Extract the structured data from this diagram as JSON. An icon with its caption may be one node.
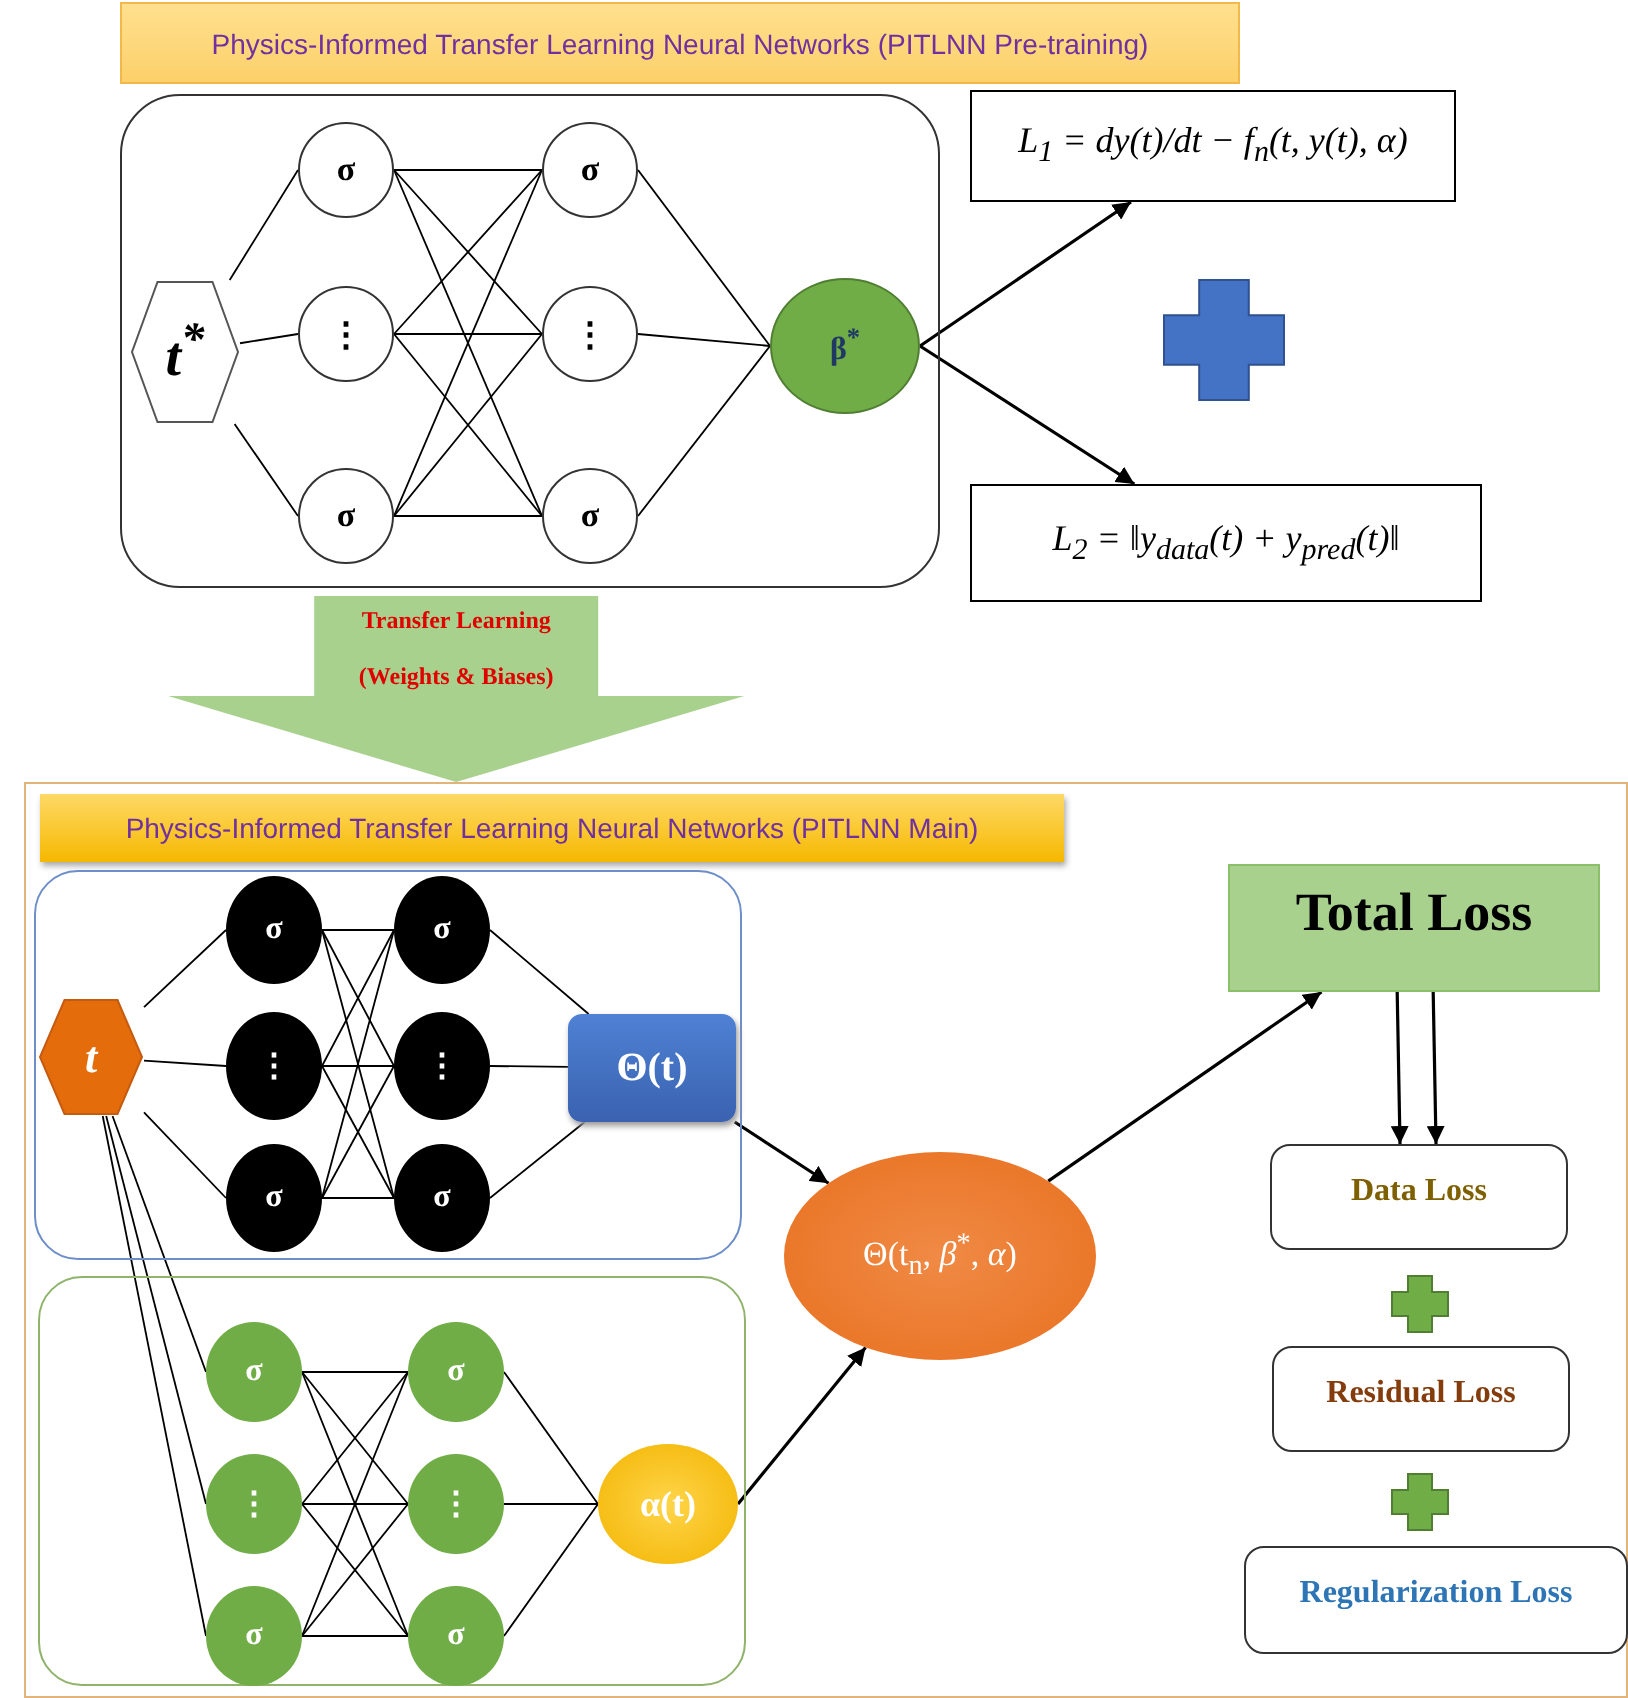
{
  "diagram": {
    "nodes": [
      {
        "text": [
          "Physics-Informed Transfer Learning Neural Networks (PITLNN Pre-training)"
        ]
      },
      {
        "text": [],
        "shape": "box"
      },
      {
        "text": [
          "t$^{*}$"
        ],
        "in": 1
      },
      {
        "text": [
          "σ"
        ],
        "in": 1
      },
      {
        "text": [
          "⋮"
        ],
        "in": 1
      },
      {
        "text": [
          "σ"
        ],
        "in": 1
      },
      {
        "text": [
          "σ"
        ],
        "in": 1
      },
      {
        "text": [
          "⋮"
        ],
        "in": 1
      },
      {
        "text": [
          "σ"
        ],
        "in": 1
      },
      {
        "text": [
          "β$^{*}$"
        ],
        "in": 1
      },
      {
        "text": [
          "L$_{1}$ = dy(t)/dt − f$_{n}$(t, y(t), α)"
        ]
      },
      {
        "text": [
          "L$_{2}$ = ‖y$_{data}$(t) + y$_{pred}$(t)‖"
        ]
      },
      {
        "text": [],
        "shape": "box"
      },
      {
        "text": [
          "Physics-Informed Transfer Learning Neural Networks (PITLNN Main)"
        ],
        "in": 12
      },
      {
        "text": [],
        "shape": "box",
        "in": 12
      },
      {
        "text": [
          "t"
        ],
        "in": 14
      },
      {
        "text": [
          "σ"
        ],
        "in": 14
      },
      {
        "text": [
          "⋮"
        ],
        "in": 14
      },
      {
        "text": [
          "σ"
        ],
        "in": 14
      },
      {
        "text": [
          "σ"
        ],
        "in": 14
      },
      {
        "text": [
          "⋮"
        ],
        "in": 14
      },
      {
        "text": [
          "σ"
        ],
        "in": 14
      },
      {
        "text": [
          "Θ(t)"
        ],
        "in": 14
      },
      {
        "text": [],
        "shape": "box",
        "in": 12
      },
      {
        "text": [
          "σ"
        ],
        "in": 23
      },
      {
        "text": [
          "⋮"
        ],
        "in": 23
      },
      {
        "text": [
          "σ"
        ],
        "in": 23
      },
      {
        "text": [
          "σ"
        ],
        "in": 23
      },
      {
        "text": [
          "⋮"
        ],
        "in": 23
      },
      {
        "text": [
          "σ"
        ],
        "in": 23
      },
      {
        "text": [
          "α(t)"
        ],
        "in": 23
      },
      {
        "text": [
          "Θ(t$_{n}$, *β*$^{*}$, *α*)"
        ],
        "in": 12
      },
      {
        "text": [
          "Total Loss"
        ],
        "in": 12
      },
      {
        "text": [
          "Data Loss"
        ],
        "in": 12
      },
      {
        "text": [
          "Residual Loss"
        ],
        "in": 12
      },
      {
        "text": [
          "Regularization Loss"
        ],
        "in": 12
      }
    ],
    "edges": [
      {
        "from": 2,
        "to": 3,
        "arrow": "none"
      },
      {
        "from": 2,
        "to": 4,
        "arrow": "none"
      },
      {
        "from": 2,
        "to": 5,
        "arrow": "none"
      },
      {
        "from": 3,
        "to": 6,
        "arrow": "none"
      },
      {
        "from": 3,
        "to": 7,
        "arrow": "none"
      },
      {
        "from": 3,
        "to": 8,
        "arrow": "none"
      },
      {
        "from": 4,
        "to": 6,
        "arrow": "none"
      },
      {
        "from": 4,
        "to": 7,
        "arrow": "none"
      },
      {
        "from": 4,
        "to": 8,
        "arrow": "none"
      },
      {
        "from": 5,
        "to": 6,
        "arrow": "none"
      },
      {
        "from": 5,
        "to": 7,
        "arrow": "none"
      },
      {
        "from": 5,
        "to": 8,
        "arrow": "none"
      },
      {
        "from": 6,
        "to": 9,
        "arrow": "none"
      },
      {
        "from": 7,
        "to": 9,
        "arrow": "none"
      },
      {
        "from": 8,
        "to": 9,
        "arrow": "none"
      },
      {
        "from": 9,
        "to": 10,
        "arrow": "to"
      },
      {
        "from": 9,
        "to": 11,
        "arrow": "to"
      },
      {
        "from": 1,
        "to": 12,
        "arrow": "to",
        "label": "Transfer Learning (Weights & Biases)",
        "style": "thick",
        "color": "#a9d18e"
      },
      {
        "from": 15,
        "to": 16,
        "arrow": "none"
      },
      {
        "from": 15,
        "to": 17,
        "arrow": "none"
      },
      {
        "from": 15,
        "to": 18,
        "arrow": "none"
      },
      {
        "from": 16,
        "to": 19,
        "arrow": "none"
      },
      {
        "from": 16,
        "to": 20,
        "arrow": "none"
      },
      {
        "from": 16,
        "to": 21,
        "arrow": "none"
      },
      {
        "from": 17,
        "to": 19,
        "arrow": "none"
      },
      {
        "from": 17,
        "to": 20,
        "arrow": "none"
      },
      {
        "from": 17,
        "to": 21,
        "arrow": "none"
      },
      {
        "from": 18,
        "to": 19,
        "arrow": "none"
      },
      {
        "from": 18,
        "to": 20,
        "arrow": "none"
      },
      {
        "from": 18,
        "to": 21,
        "arrow": "none"
      },
      {
        "from": 19,
        "to": 22,
        "arrow": "none"
      },
      {
        "from": 20,
        "to": 22,
        "arrow": "none"
      },
      {
        "from": 21,
        "to": 22,
        "arrow": "none"
      },
      {
        "from": 15,
        "to": 24,
        "arrow": "none"
      },
      {
        "from": 15,
        "to": 25,
        "arrow": "none"
      },
      {
        "from": 15,
        "to": 26,
        "arrow": "none"
      },
      {
        "from": 24,
        "to": 27,
        "arrow": "none"
      },
      {
        "from": 24,
        "to": 28,
        "arrow": "none"
      },
      {
        "from": 24,
        "to": 29,
        "arrow": "none"
      },
      {
        "from": 25,
        "to": 27,
        "arrow": "none"
      },
      {
        "from": 25,
        "to": 28,
        "arrow": "none"
      },
      {
        "from": 25,
        "to": 29,
        "arrow": "none"
      },
      {
        "from": 26,
        "to": 27,
        "arrow": "none"
      },
      {
        "from": 26,
        "to": 28,
        "arrow": "none"
      },
      {
        "from": 26,
        "to": 29,
        "arrow": "none"
      },
      {
        "from": 27,
        "to": 30,
        "arrow": "none"
      },
      {
        "from": 28,
        "to": 30,
        "arrow": "none"
      },
      {
        "from": 29,
        "to": 30,
        "arrow": "none"
      },
      {
        "from": 22,
        "to": 31,
        "arrow": "to"
      },
      {
        "from": 30,
        "to": 31,
        "arrow": "to"
      },
      {
        "from": 31,
        "to": 32,
        "arrow": "to"
      },
      {
        "from": 32,
        "to": 33,
        "arrow": "to"
      },
      {
        "from": 32,
        "to": 33,
        "arrow": "to"
      }
    ]
  }
}
